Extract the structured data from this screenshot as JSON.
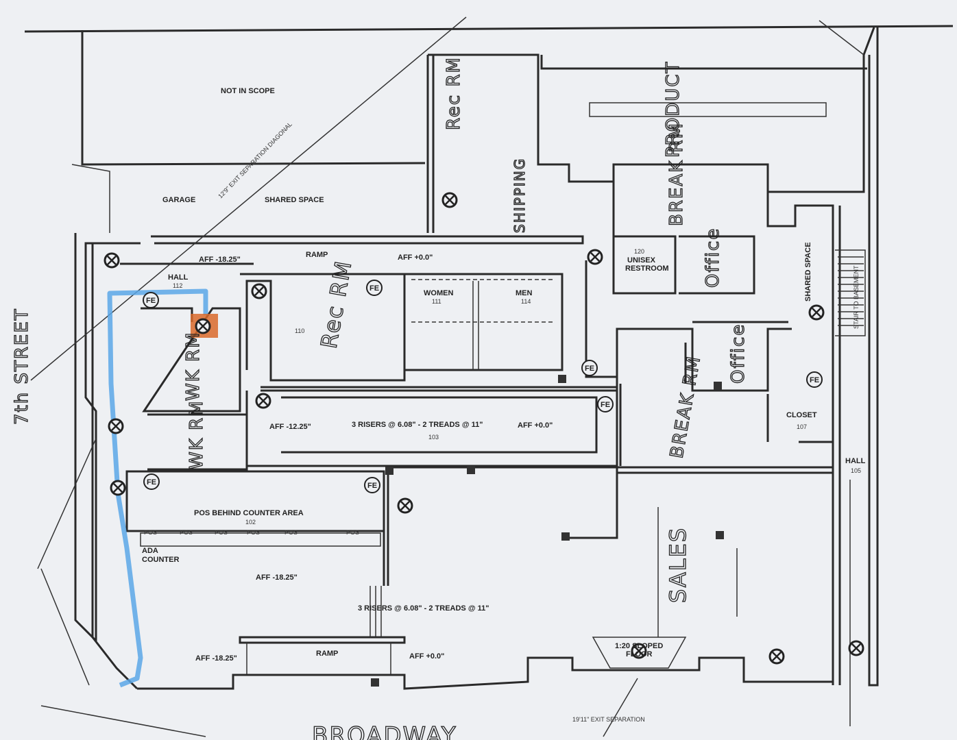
{
  "plan": {
    "printed_labels": {
      "not_in_scope": "NOT IN SCOPE",
      "garage": "GARAGE",
      "shared_space_top": "SHARED SPACE",
      "exit_separation_diagonal": "12'9\" EXIT SEPARATION DIAGONAL",
      "aff_hall": "AFF -18.25\"",
      "ramp_top": "RAMP",
      "aff_top_right": "AFF +0.0\"",
      "hall_112": "HALL",
      "room_112": "112",
      "women": "WOMEN",
      "room_111": "111",
      "men": "MEN",
      "room_114": "114",
      "room_110": "110",
      "unisex_restroom_1": "UNISEX",
      "unisex_restroom_2": "RESTROOM",
      "room_120": "120",
      "shared_space_right": "SHARED SPACE",
      "stair_to_basement": "STAIR TO BASEMENT",
      "aff_mid_left": "AFF -12.25\"",
      "risers_mid": "3 RISERS @ 6.08\" - 2 TREADS @ 11\"",
      "room_103": "103",
      "aff_mid_right": "AFF +0.0\"",
      "closet": "CLOSET",
      "room_107": "107",
      "hall_105": "HALL",
      "room_105": "105",
      "pos_area": "POS BEHIND COUNTER AREA",
      "room_102": "102",
      "pos": "POS",
      "ada_counter_1": "ADA",
      "ada_counter_2": "COUNTER",
      "aff_counter": "AFF -18.25\"",
      "risers_lower": "3 RISERS @ 6.08\" - 2 TREADS @ 11\"",
      "aff_bottom_left": "AFF -18.25\"",
      "ramp_bottom": "RAMP",
      "aff_bottom_right": "AFF +0.0\"",
      "sloped_floor_1": "1:20 SLOPED",
      "sloped_floor_2": "FLOOR",
      "exit_separation_bottom": "19'11\" EXIT SEPARATION",
      "fe": "FE"
    },
    "handwritten_labels": {
      "street_left": "7th STREET",
      "street_bottom": "BROADWAY",
      "rec_rm_top": "Rec RM",
      "shipping": "SHIPPING",
      "product": "PRODUCT",
      "break_rm_top": "BREAK RM",
      "office_top": "Office",
      "rec_rm_110": "Rec RM",
      "wk_rm_1": "WK RM",
      "wk_rm_2": "WK RM",
      "office_mid": "Office",
      "break_rm_mid": "BREAK RM",
      "sales": "SALES"
    },
    "colors": {
      "egress_path": "#5aa7e6",
      "highlight": "#d96a2a",
      "paper": "#eef0f3"
    }
  }
}
